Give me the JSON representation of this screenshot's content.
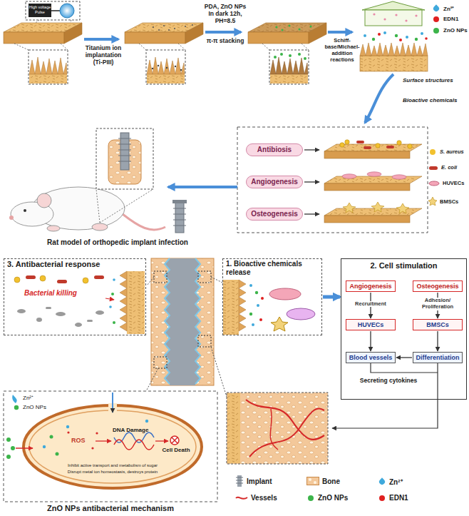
{
  "diagram": {
    "nodes": [
      {
        "text": [
          "Antibiosis"
        ]
      },
      {
        "text": [
          "Angiogenesis"
        ]
      },
      {
        "text": [
          "Osteogenesis"
        ]
      },
      {
        "text": [
          "3. Antibacterial response",
          "Bacterial killing"
        ]
      },
      {
        "text": [
          "1. Bioactive chemicals release"
        ]
      },
      {
        "text": [
          "2. Cell stimulation"
        ]
      },
      {
        "text": [
          "Angiogenesis"
        ],
        "in": 5
      },
      {
        "text": [
          "Osteogenesis"
        ],
        "in": 5
      },
      {
        "text": [
          "HUVECs"
        ],
        "in": 5
      },
      {
        "text": [
          "BMSCs"
        ],
        "in": 5
      },
      {
        "text": [
          "Blood vessels"
        ],
        "in": 5
      },
      {
        "text": [
          "Differentiation"
        ],
        "in": 5
      },
      {
        "text": [
          "ZnO NPs antibacterial mechanism"
        ]
      }
    ],
    "edges": [
      {
        "from": 4,
        "to": 5,
        "arrow": "to"
      },
      {
        "from": 6,
        "to": 8,
        "label": "Recruitment",
        "arrow": "to"
      },
      {
        "from": 7,
        "to": 9,
        "label": "Adhesion/ Proliferation",
        "arrow": "to"
      },
      {
        "from": 8,
        "to": 10,
        "arrow": "to"
      },
      {
        "from": 9,
        "to": 11,
        "arrow": "to"
      },
      {
        "from": 11,
        "to": 10,
        "arrow": "to"
      }
    ],
    "labels": [
      "High voltage Pulse",
      "Titanium ion implantation (Ti-PIII)",
      "PDA, ZnO NPs In dark 12h, PH=8.5",
      "π-π stacking",
      "Schiff-base/Michael-addition reactions",
      "Surface structures",
      "Bioactive chemicals",
      "Rat model of orthopedic implant infection",
      "Secreting cytokines",
      "Zn²⁺",
      "ZnO NPs",
      "ROS",
      "DNA Damage",
      "Cell Death",
      "Inhibit active transport and metabolism of sugar",
      "Disrupt metal ion homeostasis, destroys protein"
    ],
    "legend": [
      {
        "text": "Zn²⁺",
        "color": "#3fa9dc"
      },
      {
        "text": "EDN1",
        "color": "#e02020"
      },
      {
        "text": "ZnO NPs",
        "color": "#3cb44a"
      },
      {
        "text": "S. aureus",
        "color": "#f2c12e"
      },
      {
        "text": "E. coli"
      },
      {
        "text": "HUVECs"
      },
      {
        "text": "BMSCs"
      },
      {
        "text": "Implant"
      },
      {
        "text": "Bone"
      },
      {
        "text": "Zn²⁺",
        "color": "#3fa9dc"
      },
      {
        "text": "Vessels"
      },
      {
        "text": "ZnO NPs",
        "color": "#3cb44a"
      },
      {
        "text": "EDN1",
        "color": "#e02020"
      }
    ]
  }
}
